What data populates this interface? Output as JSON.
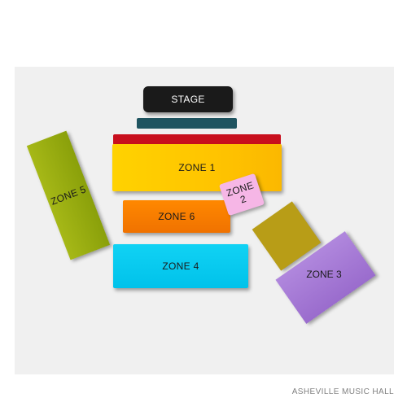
{
  "venue_name": "ASHEVILLE MUSIC HALL",
  "stage_label": "STAGE",
  "zones": {
    "zone1": "ZONE 1",
    "zone2_line1": "ZONE",
    "zone2_line2": "2",
    "zone3": "ZONE 3",
    "zone4": "ZONE 4",
    "zone5": "ZONE 5",
    "zone6": "ZONE 6"
  },
  "colors": {
    "stage": "#1a1a1a",
    "stage_bar": "#1f5460",
    "front_row": "#c80f1d",
    "zone1": "#ffc400",
    "zone2": "#f6b6e6",
    "zone3": "#9a6ccd",
    "zone3_upper": "#b89d17",
    "zone4": "#00c2ea",
    "zone5": "#8aa00a",
    "zone6": "#f07200"
  }
}
